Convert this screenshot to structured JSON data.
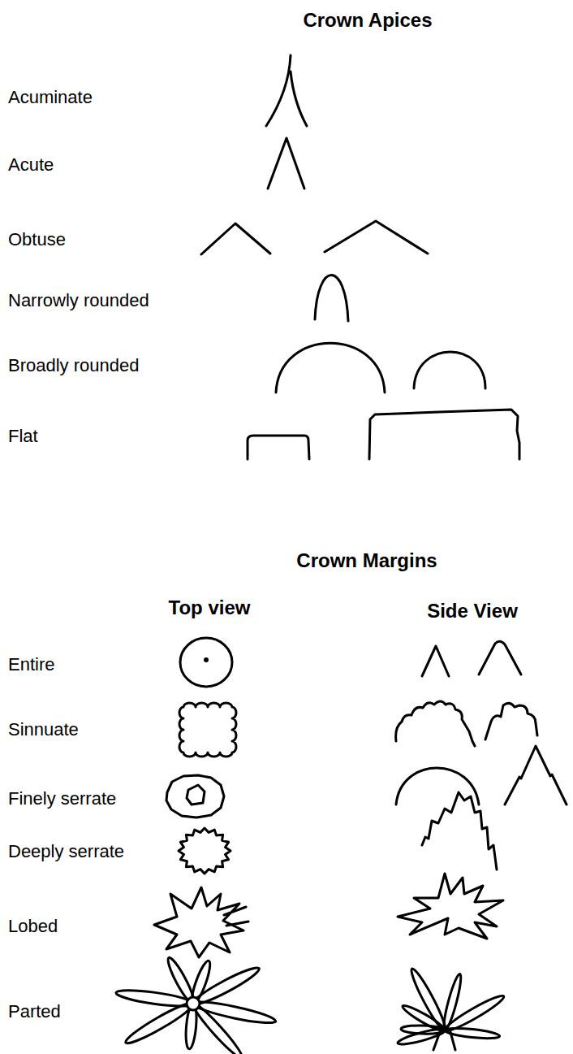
{
  "diagram": {
    "labels": [
      "Crown Apices",
      "Acuminate",
      "Acute",
      "Obtuse",
      "Narrowly rounded",
      "Broadly rounded",
      "Flat",
      "Crown Margins",
      "Top view",
      "Side View",
      "Entire",
      "Sinnuate",
      "Finely serrate",
      "Deeply serrate",
      "Lobed",
      "Parted"
    ]
  }
}
